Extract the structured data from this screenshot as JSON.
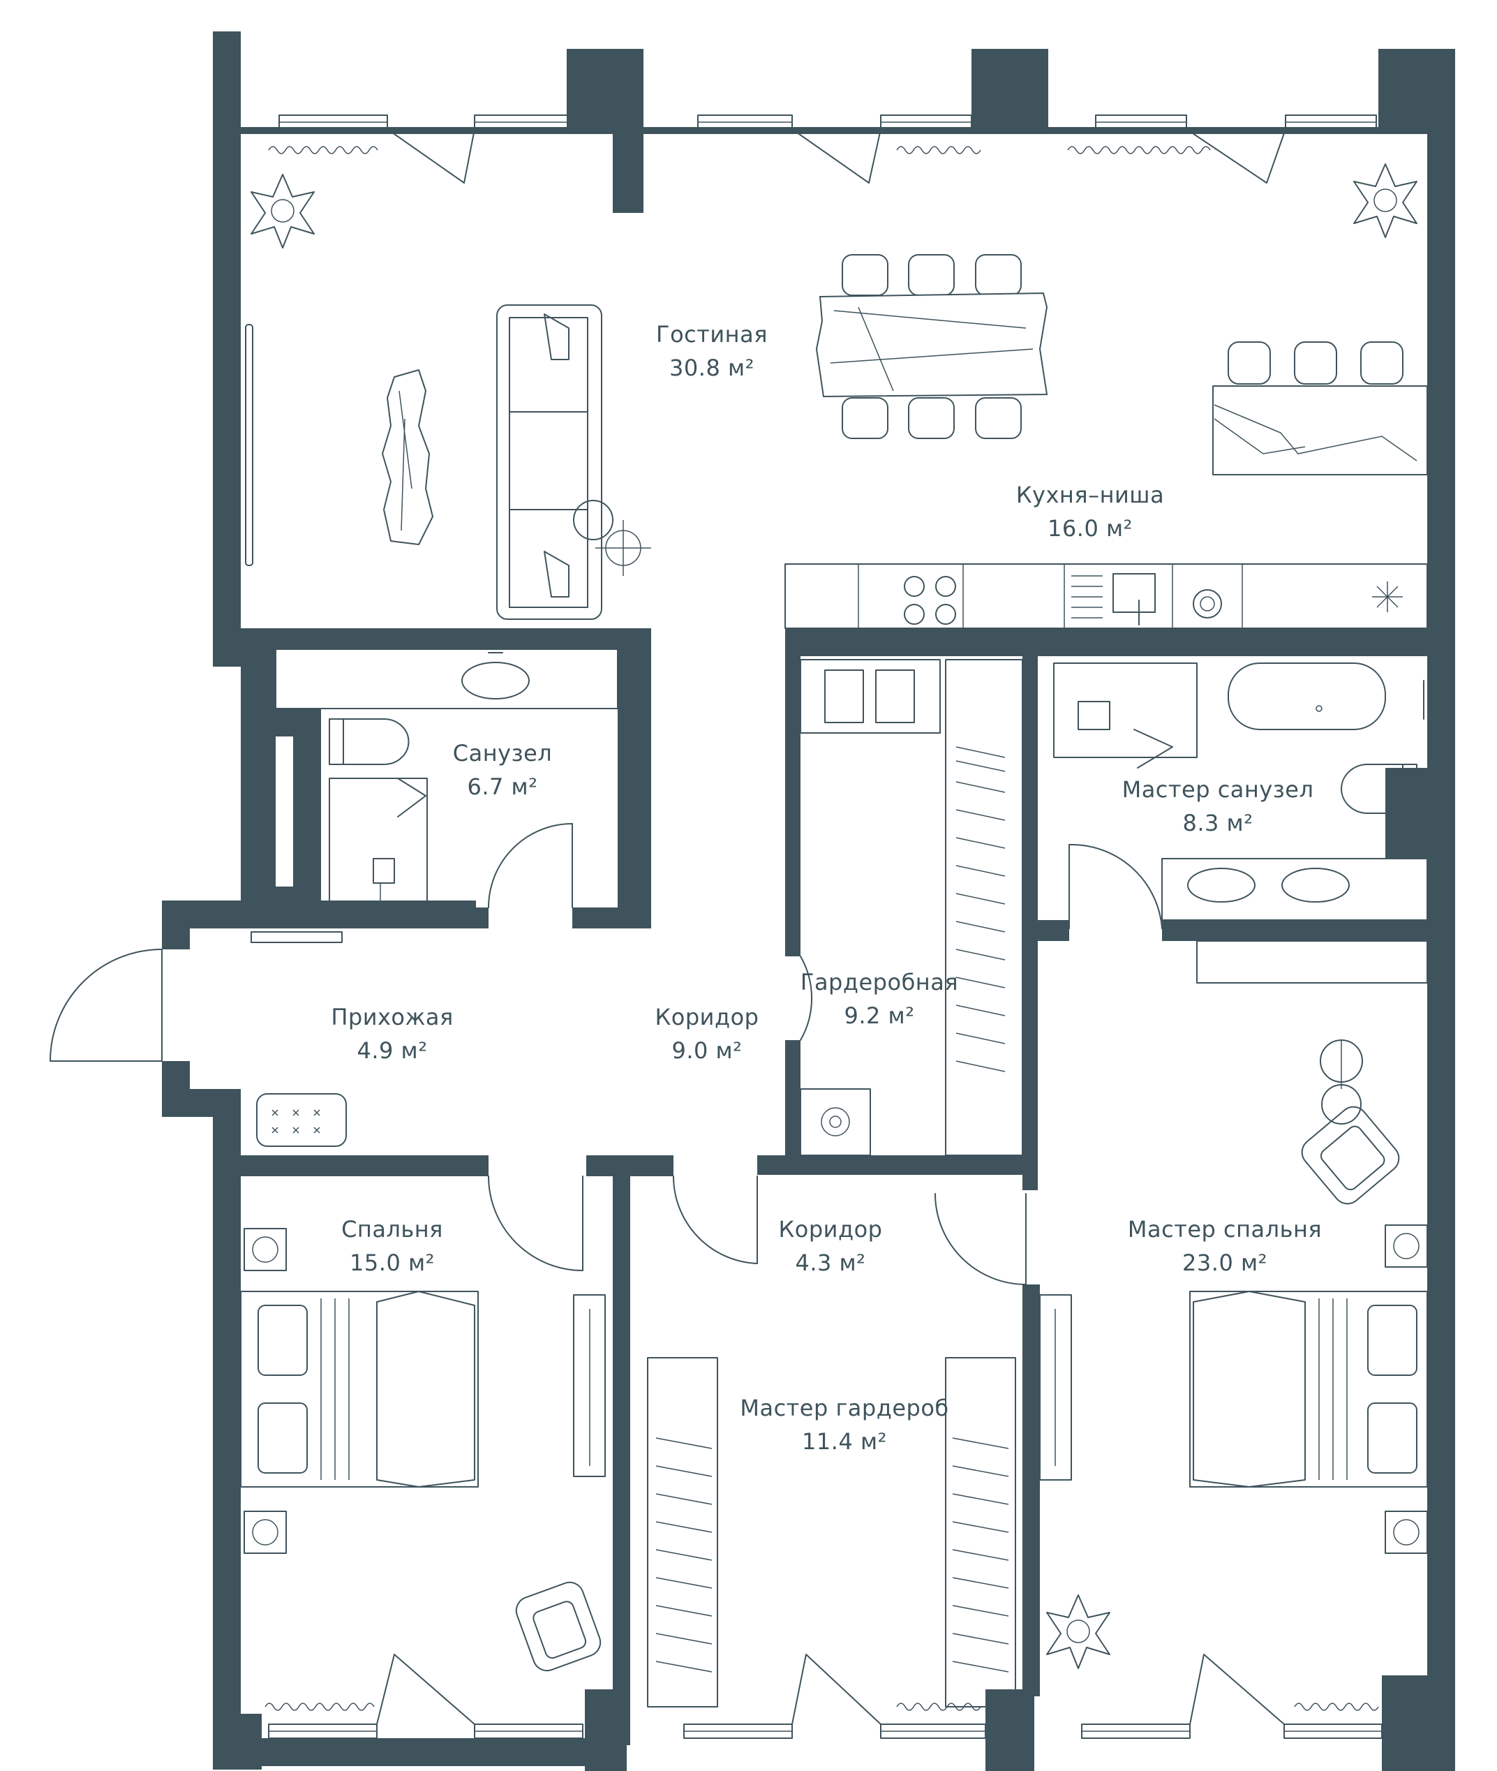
{
  "colors": {
    "wall": "#3f535c",
    "background": "#ffffff",
    "line": "#3f535c"
  },
  "rooms": {
    "living": {
      "name": "Гостиная",
      "area": "30.8 м²"
    },
    "kitchen": {
      "name": "Кухня–ниша",
      "area": "16.0 м²"
    },
    "bathroom": {
      "name": "Санузел",
      "area": "6.7 м²"
    },
    "master_bath": {
      "name": "Мастер санузел",
      "area": "8.3 м²"
    },
    "hall": {
      "name": "Прихожая",
      "area": "4.9 м²"
    },
    "corridor1": {
      "name": "Коридор",
      "area": "9.0 м²"
    },
    "wardrobe": {
      "name": "Гардеробная",
      "area": "9.2 м²"
    },
    "bedroom": {
      "name": "Спальня",
      "area": "15.0 м²"
    },
    "corridor2": {
      "name": "Коридор",
      "area": "4.3 м²"
    },
    "master_bedroom": {
      "name": "Мастер спальня",
      "area": "23.0 м²"
    },
    "master_closet": {
      "name": "Мастер гардероб",
      "area": "11.4 м²"
    }
  },
  "icons": [
    "plant-icon",
    "dining-table-icon",
    "sofa-icon",
    "tv-icon",
    "bed-icon",
    "bathtub-icon",
    "toilet-icon",
    "sink-icon",
    "stove-icon",
    "armchair-icon",
    "floor-lamp-icon",
    "washing-machine-icon",
    "wardrobe-rail-icon",
    "door-mat-icon",
    "radiator-icon"
  ]
}
